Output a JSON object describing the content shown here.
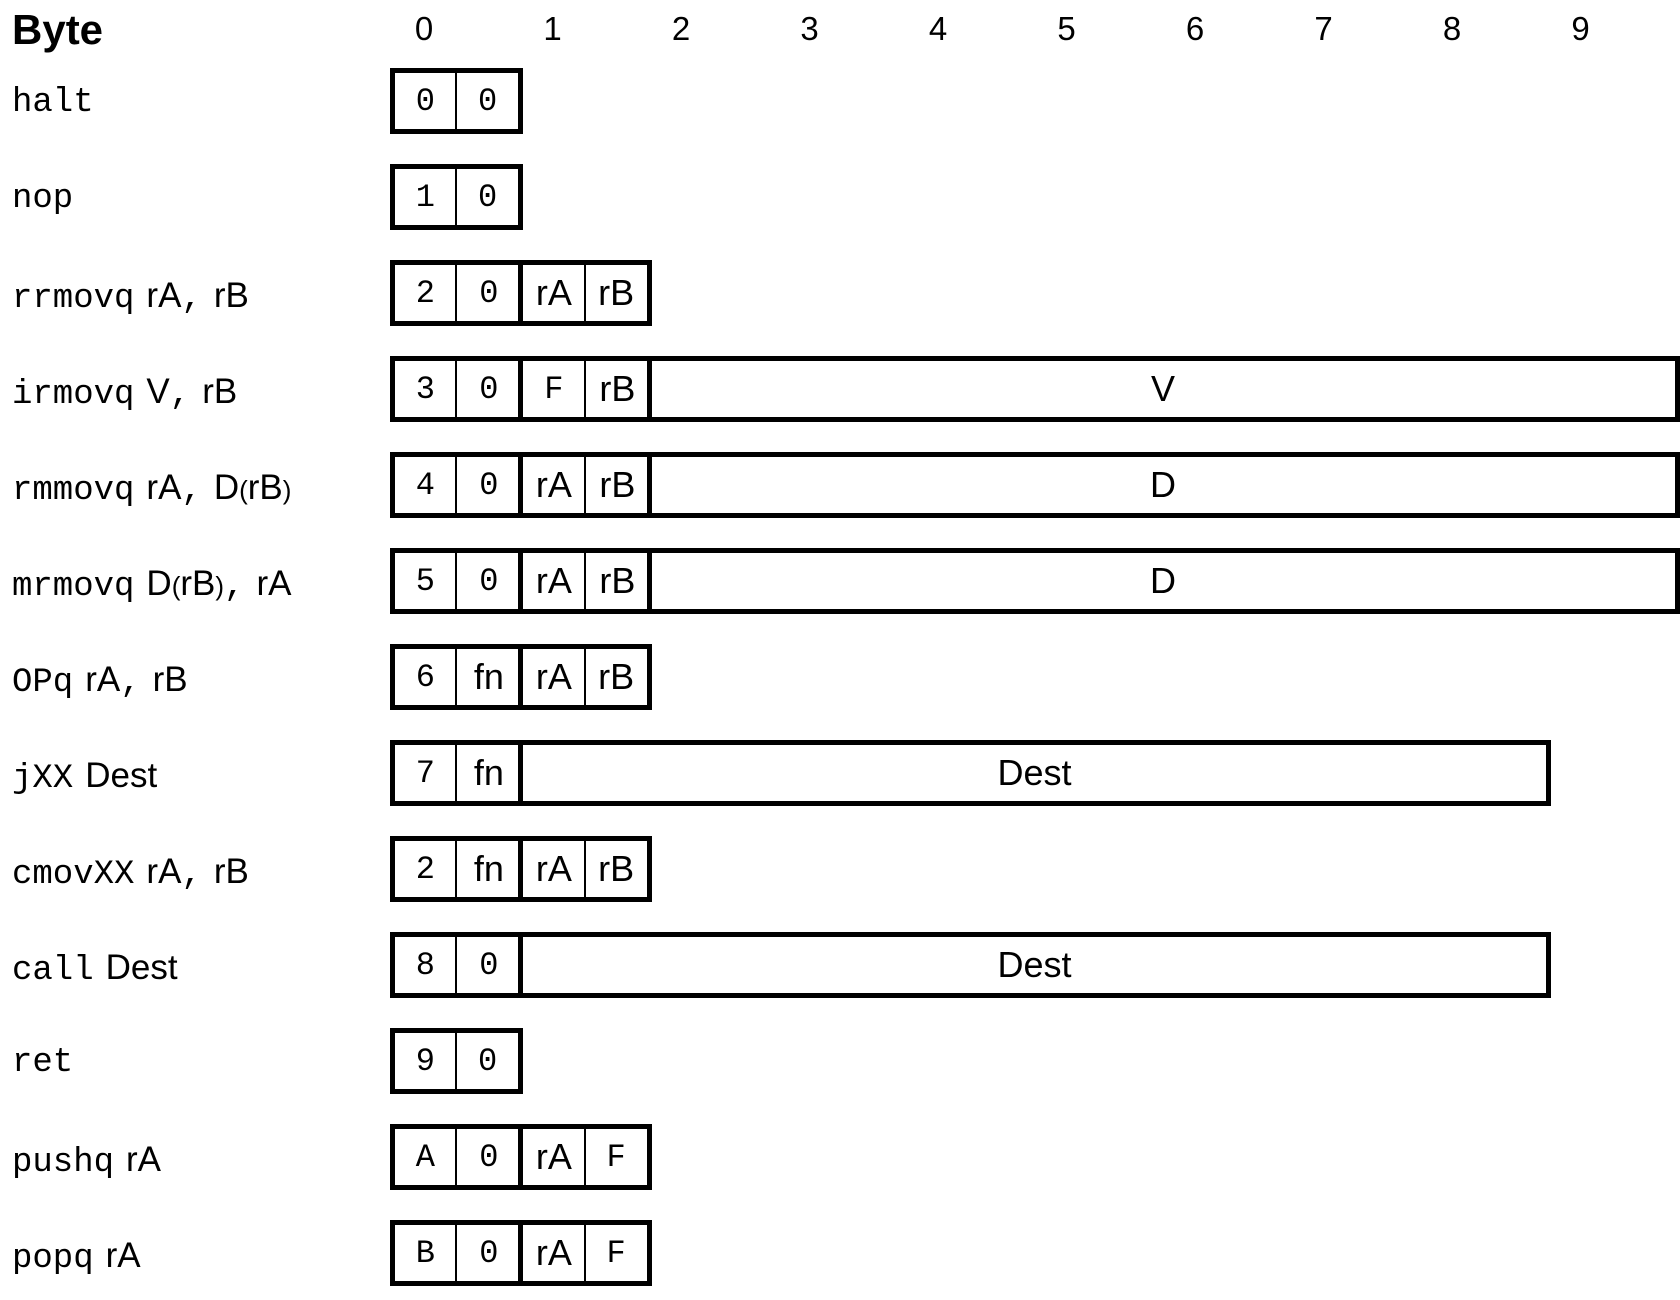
{
  "title": "Byte",
  "byte_numbers": [
    "0",
    "1",
    "2",
    "3",
    "4",
    "5",
    "6",
    "7",
    "8",
    "9"
  ],
  "instructions": [
    {
      "label": [
        {
          "t": "halt",
          "s": "mono"
        }
      ],
      "fields": [
        {
          "text": "0",
          "w": 0.5,
          "s": "mono"
        },
        {
          "text": "0",
          "w": 0.5,
          "s": "mono"
        }
      ]
    },
    {
      "label": [
        {
          "t": "nop",
          "s": "mono"
        }
      ],
      "fields": [
        {
          "text": "1",
          "w": 0.5,
          "s": "mono"
        },
        {
          "text": "0",
          "w": 0.5,
          "s": "mono"
        }
      ]
    },
    {
      "label": [
        {
          "t": "rrmovq",
          "s": "mono"
        },
        {
          "t": "rA",
          "s": "sans"
        },
        {
          "t": ",",
          "s": "mono"
        },
        {
          "t": "rB",
          "s": "sans"
        }
      ],
      "fields": [
        {
          "text": "2",
          "w": 0.5,
          "s": "mono"
        },
        {
          "text": "0",
          "w": 0.5,
          "s": "mono"
        },
        {
          "text": "rA",
          "w": 0.5,
          "s": "sans"
        },
        {
          "text": "rB",
          "w": 0.5,
          "s": "sans"
        }
      ]
    },
    {
      "label": [
        {
          "t": "irmovq",
          "s": "mono"
        },
        {
          "t": "V",
          "s": "sans"
        },
        {
          "t": ",",
          "s": "mono"
        },
        {
          "t": "rB",
          "s": "sans"
        }
      ],
      "fields": [
        {
          "text": "3",
          "w": 0.5,
          "s": "mono"
        },
        {
          "text": "0",
          "w": 0.5,
          "s": "mono"
        },
        {
          "text": "F",
          "w": 0.5,
          "s": "mono"
        },
        {
          "text": "rB",
          "w": 0.5,
          "s": "sans"
        },
        {
          "text": "V",
          "w": 8,
          "s": "sans"
        }
      ]
    },
    {
      "label": [
        {
          "t": "rmmovq",
          "s": "mono"
        },
        {
          "t": "rA",
          "s": "sans"
        },
        {
          "t": ",",
          "s": "mono"
        },
        {
          "t": "D",
          "s": "sans"
        },
        {
          "t": "(",
          "s": "paren"
        },
        {
          "t": "rB",
          "s": "sans"
        },
        {
          "t": ")",
          "s": "paren"
        }
      ],
      "fields": [
        {
          "text": "4",
          "w": 0.5,
          "s": "mono"
        },
        {
          "text": "0",
          "w": 0.5,
          "s": "mono"
        },
        {
          "text": "rA",
          "w": 0.5,
          "s": "sans"
        },
        {
          "text": "rB",
          "w": 0.5,
          "s": "sans"
        },
        {
          "text": "D",
          "w": 8,
          "s": "sans"
        }
      ]
    },
    {
      "label": [
        {
          "t": "mrmovq",
          "s": "mono"
        },
        {
          "t": "D",
          "s": "sans"
        },
        {
          "t": "(",
          "s": "paren"
        },
        {
          "t": "rB",
          "s": "sans"
        },
        {
          "t": ")",
          "s": "paren"
        },
        {
          "t": ",",
          "s": "mono"
        },
        {
          "t": "rA",
          "s": "sans"
        }
      ],
      "fields": [
        {
          "text": "5",
          "w": 0.5,
          "s": "mono"
        },
        {
          "text": "0",
          "w": 0.5,
          "s": "mono"
        },
        {
          "text": "rA",
          "w": 0.5,
          "s": "sans"
        },
        {
          "text": "rB",
          "w": 0.5,
          "s": "sans"
        },
        {
          "text": "D",
          "w": 8,
          "s": "sans"
        }
      ]
    },
    {
      "label": [
        {
          "t": "OPq",
          "s": "mono"
        },
        {
          "t": "rA",
          "s": "sans"
        },
        {
          "t": ",",
          "s": "mono"
        },
        {
          "t": "rB",
          "s": "sans"
        }
      ],
      "fields": [
        {
          "text": "6",
          "w": 0.5,
          "s": "mono"
        },
        {
          "text": "fn",
          "w": 0.5,
          "s": "sans"
        },
        {
          "text": "rA",
          "w": 0.5,
          "s": "sans"
        },
        {
          "text": "rB",
          "w": 0.5,
          "s": "sans"
        }
      ]
    },
    {
      "label": [
        {
          "t": "jXX",
          "s": "mono"
        },
        {
          "t": "Dest",
          "s": "sans"
        }
      ],
      "fields": [
        {
          "text": "7",
          "w": 0.5,
          "s": "mono"
        },
        {
          "text": "fn",
          "w": 0.5,
          "s": "sans"
        },
        {
          "text": "Dest",
          "w": 8,
          "s": "sans"
        }
      ]
    },
    {
      "label": [
        {
          "t": "cmovXX",
          "s": "mono"
        },
        {
          "t": "rA",
          "s": "sans"
        },
        {
          "t": ",",
          "s": "mono"
        },
        {
          "t": "rB",
          "s": "sans"
        }
      ],
      "fields": [
        {
          "text": "2",
          "w": 0.5,
          "s": "mono"
        },
        {
          "text": "fn",
          "w": 0.5,
          "s": "sans"
        },
        {
          "text": "rA",
          "w": 0.5,
          "s": "sans"
        },
        {
          "text": "rB",
          "w": 0.5,
          "s": "sans"
        }
      ]
    },
    {
      "label": [
        {
          "t": "call",
          "s": "mono"
        },
        {
          "t": "Dest",
          "s": "sans"
        }
      ],
      "fields": [
        {
          "text": "8",
          "w": 0.5,
          "s": "mono"
        },
        {
          "text": "0",
          "w": 0.5,
          "s": "mono"
        },
        {
          "text": "Dest",
          "w": 8,
          "s": "sans"
        }
      ]
    },
    {
      "label": [
        {
          "t": "ret",
          "s": "mono"
        }
      ],
      "fields": [
        {
          "text": "9",
          "w": 0.5,
          "s": "mono"
        },
        {
          "text": "0",
          "w": 0.5,
          "s": "mono"
        }
      ]
    },
    {
      "label": [
        {
          "t": "pushq",
          "s": "mono"
        },
        {
          "t": "rA",
          "s": "sans"
        }
      ],
      "fields": [
        {
          "text": "A",
          "w": 0.5,
          "s": "mono"
        },
        {
          "text": "0",
          "w": 0.5,
          "s": "mono"
        },
        {
          "text": "rA",
          "w": 0.5,
          "s": "sans"
        },
        {
          "text": "F",
          "w": 0.5,
          "s": "mono"
        }
      ]
    },
    {
      "label": [
        {
          "t": "popq",
          "s": "mono"
        },
        {
          "t": "rA",
          "s": "sans"
        }
      ],
      "fields": [
        {
          "text": "B",
          "w": 0.5,
          "s": "mono"
        },
        {
          "text": "0",
          "w": 0.5,
          "s": "mono"
        },
        {
          "text": "rA",
          "w": 0.5,
          "s": "sans"
        },
        {
          "text": "F",
          "w": 0.5,
          "s": "mono"
        }
      ]
    }
  ]
}
